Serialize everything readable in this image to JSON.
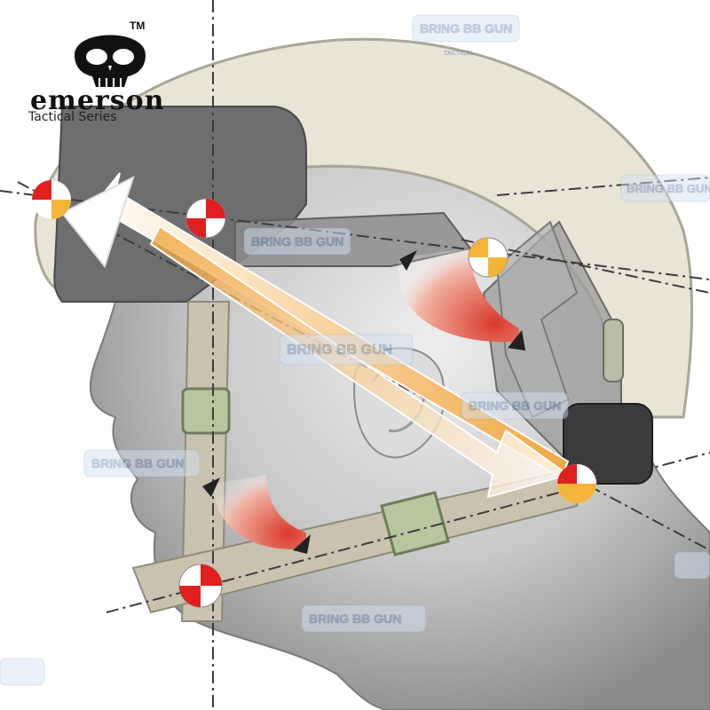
{
  "brand": {
    "name": "emerson",
    "series": "Tactical Series",
    "trademark": "TM"
  },
  "watermark": {
    "text": "BRING BB GUN",
    "sub": "TACTICAL"
  },
  "colors": {
    "helmet_shell": "#e8e4d6",
    "helmet_outline": "#a9a696",
    "pad": "#6e6e70",
    "strap": "#c9c2ae",
    "buckle": "#b8c6a0",
    "arrow_orange": "#f2a640",
    "arc_red": "#d93a2a",
    "target_red": "#e01f1f",
    "target_yellow": "#f4b43a",
    "head_light": "#d9d9d9",
    "head_dark": "#8c8c8c"
  },
  "icons": [
    "skull-icon",
    "target-marker-icon",
    "rotation-arrow-icon",
    "direction-arrow-icon",
    "rifle-watermark-icon"
  ]
}
